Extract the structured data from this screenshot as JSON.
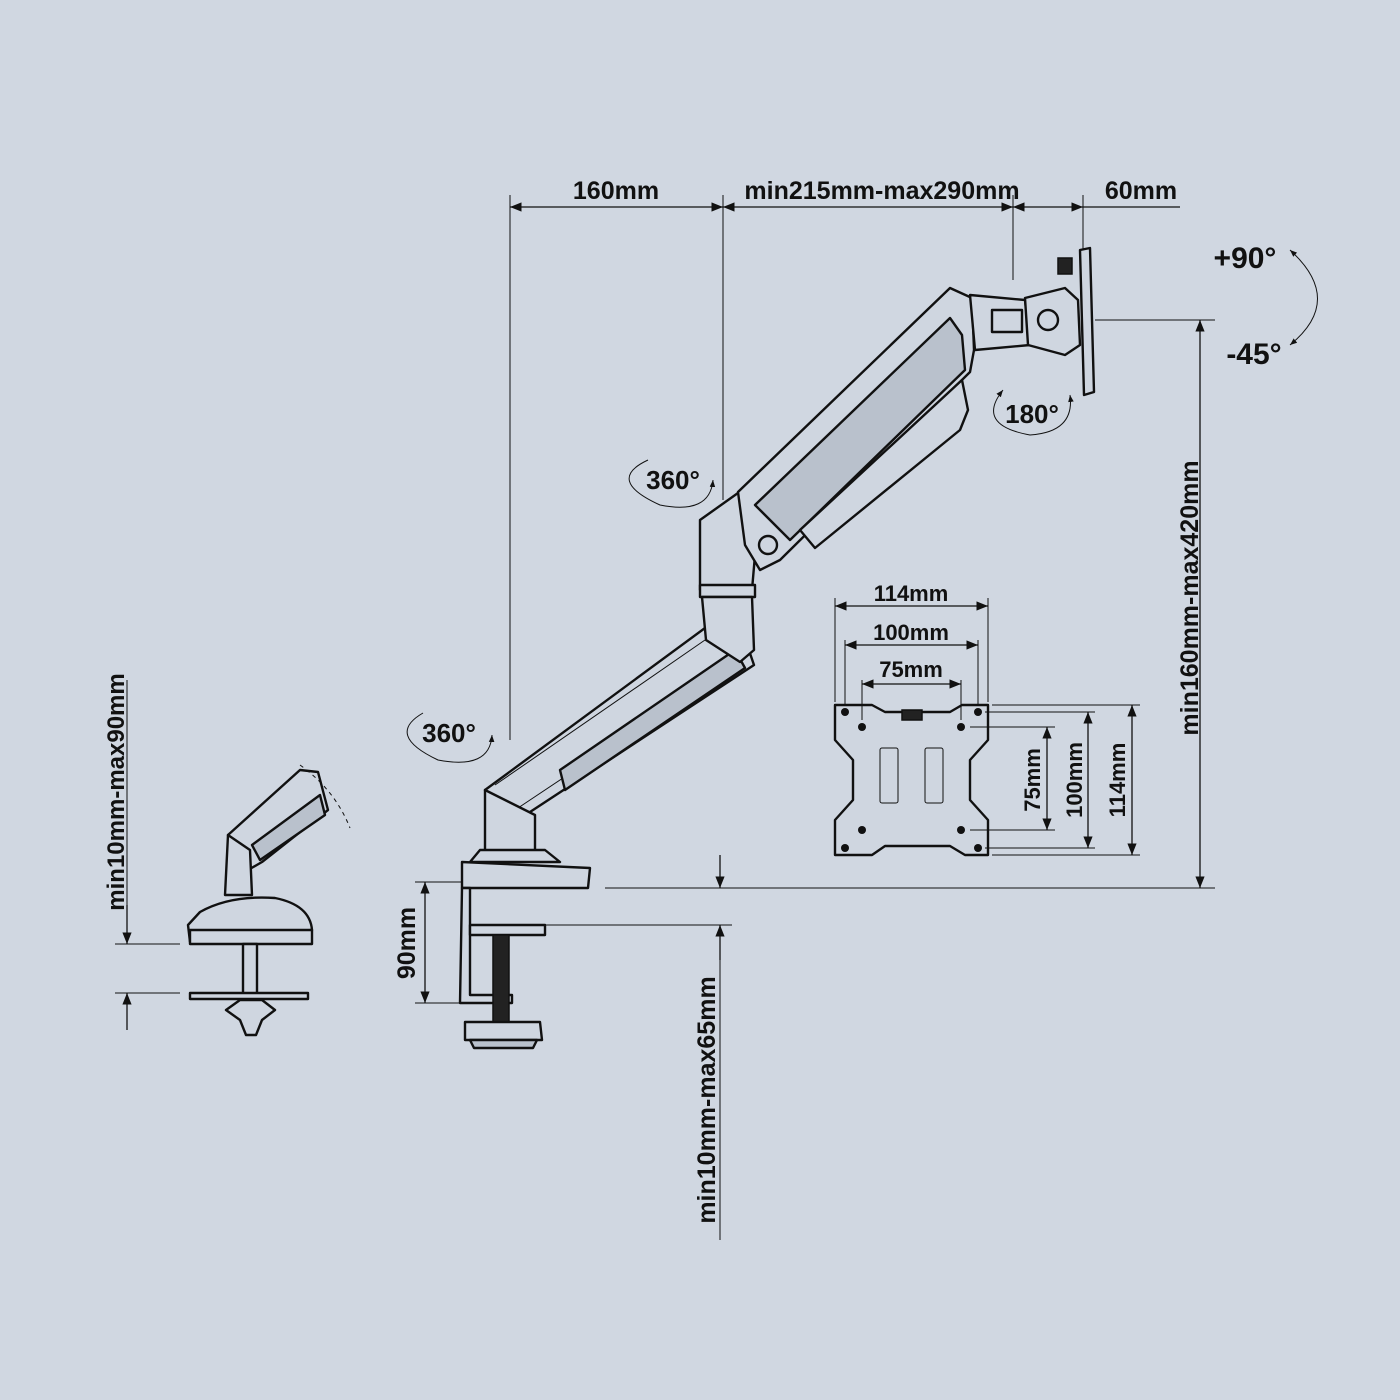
{
  "labels": {
    "top_dim_left": "160mm",
    "top_dim_mid": "min215mm-max290mm",
    "top_dim_right": "60mm",
    "tilt_up": "+90°",
    "tilt_down": "-45°",
    "swivel_head": "180°",
    "rotate_upper": "360°",
    "rotate_lower": "360°",
    "height_range": "min160mm-max420mm",
    "vesa_w_114": "114mm",
    "vesa_w_100": "100mm",
    "vesa_w_75": "75mm",
    "vesa_h_75": "75mm",
    "vesa_h_100": "100mm",
    "vesa_h_114": "114mm",
    "clamp_depth": "90mm",
    "clamp_range": "min10mm-max65mm",
    "grommet_range": "min10mm-max90mm"
  },
  "colors": {
    "background": "#d0d7e1",
    "line": "#111111"
  }
}
